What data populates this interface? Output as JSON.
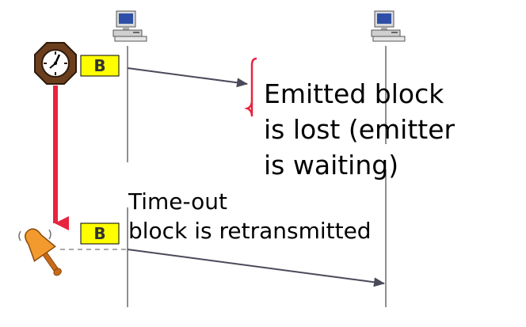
{
  "diagram": {
    "block_label_first": "B",
    "block_label_second": "B",
    "lost_note": {
      "line1": "Emitted block",
      "line2": "is lost (emitter",
      "line3": "is waiting)"
    },
    "timeout_note": {
      "line1": "Time-out",
      "line2": "block is retransmitted"
    },
    "icons": {
      "sender_computer": "desktop-computer-icon",
      "receiver_computer": "desktop-computer-icon",
      "timer": "clock-icon",
      "alarm": "bell-icon"
    },
    "colors": {
      "timer_arrow": "#e8243f",
      "block_fill": "#ffff00",
      "loss_bracket": "#e8243f",
      "message_arrow": "#4a4a5a"
    }
  }
}
